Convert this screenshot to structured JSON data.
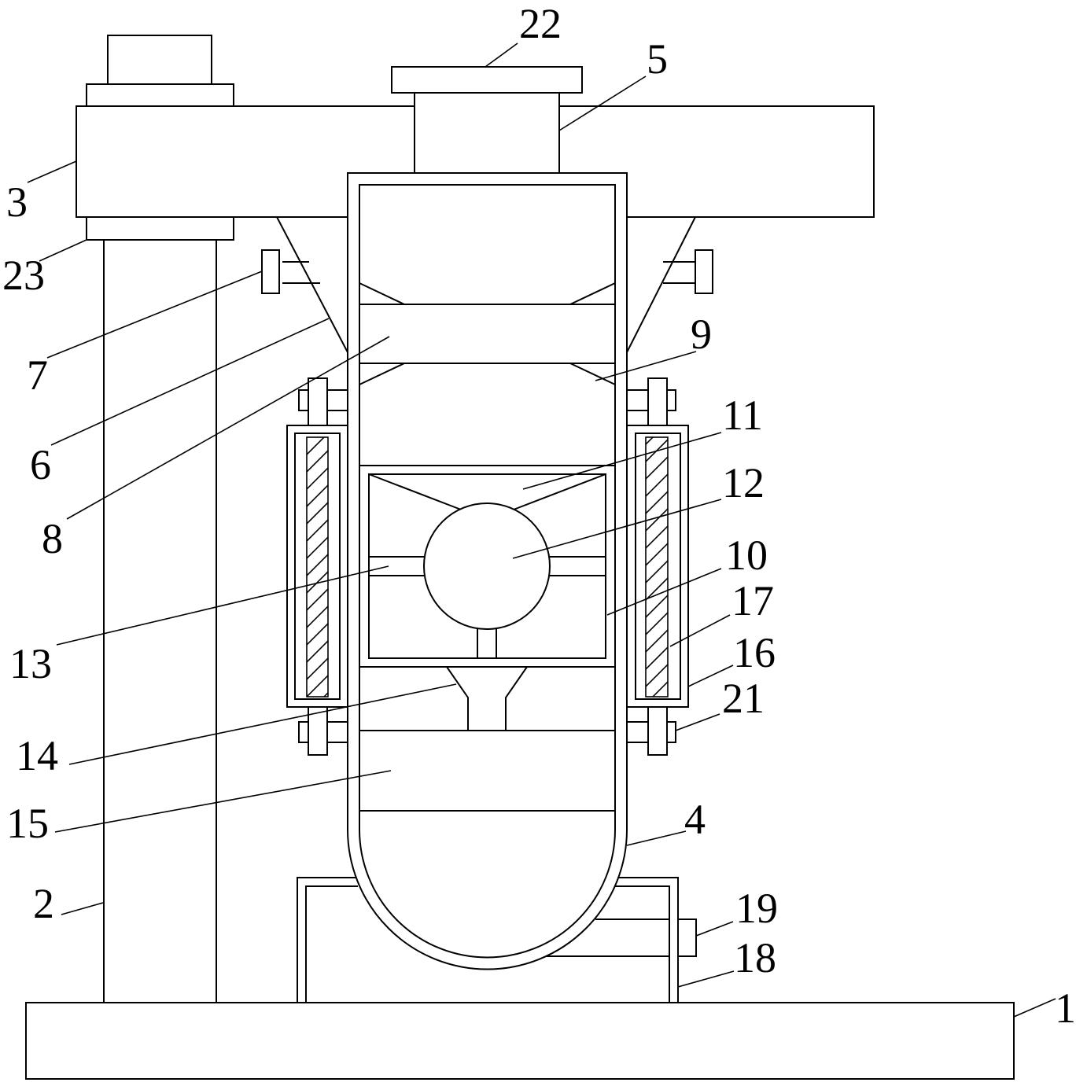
{
  "labels": {
    "l1": "1",
    "l2": "2",
    "l3": "3",
    "l4": "4",
    "l5": "5",
    "l6": "6",
    "l7": "7",
    "l8": "8",
    "l9": "9",
    "l10": "10",
    "l11": "11",
    "l12": "12",
    "l13": "13",
    "l14": "14",
    "l15": "15",
    "l16": "16",
    "l17": "17",
    "l18": "18",
    "l19": "19",
    "l21": "21",
    "l22": "22",
    "l23": "23"
  }
}
